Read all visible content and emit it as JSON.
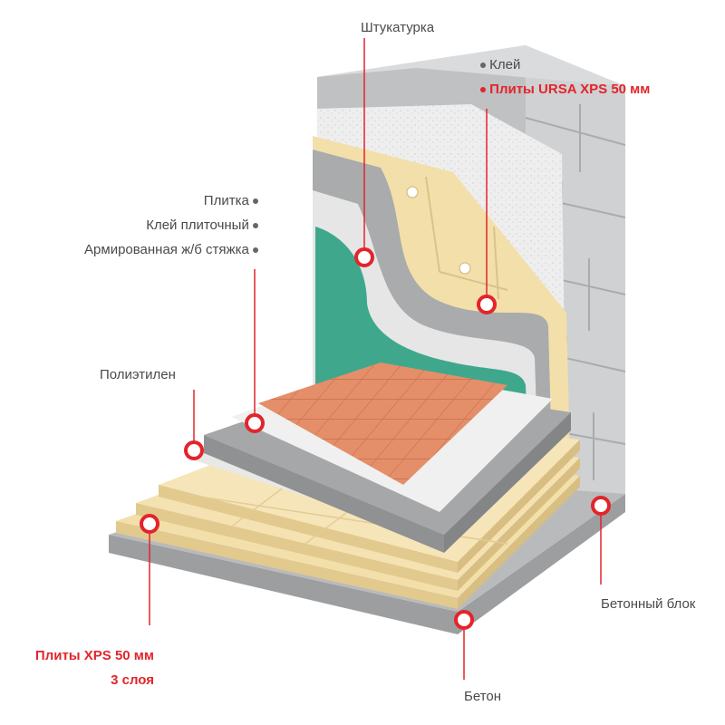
{
  "colors": {
    "accent": "#e3242b",
    "text": "#4a4a4a",
    "xps": "#f3dfaa",
    "concrete_block": "#c9cbcd",
    "tile": "#e48f6a",
    "green_layer": "#3fa88c"
  },
  "labels": {
    "plaster": "Штукатурка",
    "glue": "Клей",
    "ursa_boards": "Плиты URSA XPS 50 мм",
    "tile": "Плитка",
    "tile_glue": "Клей плиточный",
    "screed": "Армированная ж/б стяжка",
    "polyethylene": "Полиэтилен",
    "concrete_block": "Бетонный блок",
    "xps_line1": "Плиты XPS 50 мм",
    "xps_line2": "3 слоя",
    "concrete": "Бетон"
  },
  "icons": {
    "marker": "red-ring-marker-icon",
    "bullet": "dot-bullet-icon"
  }
}
